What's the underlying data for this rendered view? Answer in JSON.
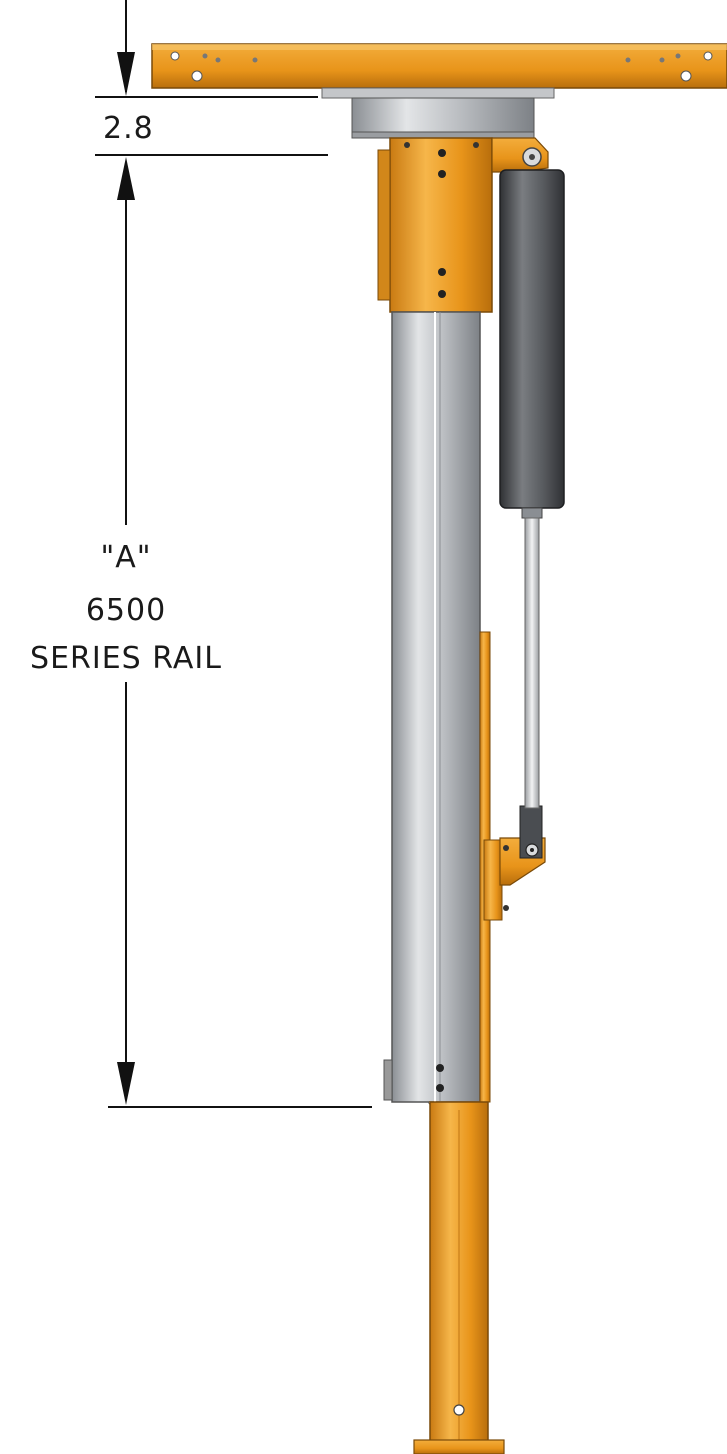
{
  "dimensions": {
    "top_offset": "2.8",
    "rail_label_line1": "\"A\"",
    "rail_label_line2": "6500",
    "rail_label_line3": "SERIES RAIL"
  },
  "colors": {
    "orange": "#e8941a",
    "orange_dark": "#b86e0c",
    "orange_light": "#f6b64a",
    "steel": "#b9bcc0",
    "steel_dark": "#7d8186",
    "cylinder": "#55585c",
    "cylinder_dark": "#2f3134",
    "line": "#111111"
  }
}
